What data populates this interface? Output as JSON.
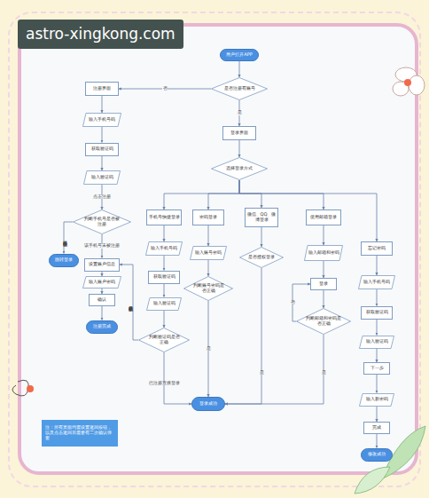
{
  "diagram": {
    "nodes": [
      {
        "text": [
          "用户打开APP"
        ]
      },
      {
        "text": [
          "是否注册有账号"
        ]
      },
      {
        "text": [
          "注册界面"
        ]
      },
      {
        "text": [
          "登录界面"
        ]
      },
      {
        "text": [
          "输入手机号码"
        ]
      },
      {
        "text": [
          "获取验证码"
        ]
      },
      {
        "text": [
          "输入验证码"
        ]
      },
      {
        "text": [
          "判断手机号是否被注册"
        ]
      },
      {
        "text": [
          "跳转登录"
        ]
      },
      {
        "text": [
          "设置账户信息"
        ]
      },
      {
        "text": [
          "输入账户密码"
        ]
      },
      {
        "text": [
          "确认"
        ]
      },
      {
        "text": [
          "注册完成"
        ]
      },
      {
        "text": [
          "选择登录方式"
        ]
      },
      {
        "text": [
          "手机号快捷登录"
        ]
      },
      {
        "text": [
          "密码登录"
        ]
      },
      {
        "text": [
          "微信、QQ、微博登录"
        ]
      },
      {
        "text": [
          "使用邮箱登录"
        ]
      },
      {
        "text": [
          "忘记密码"
        ]
      },
      {
        "text": [
          "输入手机号码"
        ]
      },
      {
        "text": [
          "获取验证码"
        ]
      },
      {
        "text": [
          "输入验证码"
        ]
      },
      {
        "text": [
          "判断验证码是否正确"
        ]
      },
      {
        "text": [
          "输入账号密码"
        ]
      },
      {
        "text": [
          "判断账号密码是否正确"
        ]
      },
      {
        "text": [
          "是否授权登录"
        ]
      },
      {
        "text": [
          "输入邮箱和密码"
        ]
      },
      {
        "text": [
          "登录"
        ]
      },
      {
        "text": [
          "判断邮箱和密码是否正确"
        ]
      },
      {
        "text": [
          "输入手机号码"
        ]
      },
      {
        "text": [
          "获取验证码"
        ]
      },
      {
        "text": [
          "输入验证码"
        ]
      },
      {
        "text": [
          "下一步"
        ]
      },
      {
        "text": [
          "输入新密码"
        ]
      },
      {
        "text": [
          "完成"
        ]
      },
      {
        "text": [
          "修改成功"
        ]
      },
      {
        "text": [
          "登录成功"
        ]
      },
      {
        "text": [
          "注：所有页面均需设置返回按钮，以及点击返回后需要有二次确认弹窗"
        ]
      }
    ],
    "edges": [
      {
        "from": 0,
        "to": 1,
        "arrow": "to"
      },
      {
        "from": 1,
        "to": 2,
        "label": "否",
        "arrow": "to"
      },
      {
        "from": 1,
        "to": 3,
        "label": "是",
        "arrow": "to"
      },
      {
        "from": 2,
        "to": 4,
        "arrow": "to"
      },
      {
        "from": 4,
        "to": 5,
        "arrow": "to"
      },
      {
        "from": 5,
        "to": 6,
        "arrow": "to"
      },
      {
        "from": 6,
        "to": 7,
        "label": "点击注册",
        "arrow": "to"
      },
      {
        "from": 7,
        "to": 8,
        "label": "该手机号已注册",
        "arrow": "to"
      },
      {
        "from": 7,
        "to": 9,
        "label": "该手机号未被注册",
        "arrow": "to"
      },
      {
        "from": 9,
        "to": 10,
        "arrow": "to"
      },
      {
        "from": 10,
        "to": 11,
        "arrow": "to"
      },
      {
        "from": 11,
        "to": 12,
        "arrow": "to"
      },
      {
        "from": 3,
        "to": 13,
        "arrow": "to"
      },
      {
        "from": 13,
        "to": 14,
        "arrow": "to"
      },
      {
        "from": 13,
        "to": 15,
        "arrow": "to"
      },
      {
        "from": 13,
        "to": 16,
        "arrow": "to"
      },
      {
        "from": 13,
        "to": 17,
        "arrow": "to"
      },
      {
        "from": 13,
        "to": 18,
        "arrow": "to"
      },
      {
        "from": 14,
        "to": 19,
        "arrow": "to"
      },
      {
        "from": 19,
        "to": 20,
        "arrow": "to"
      },
      {
        "from": 20,
        "to": 21,
        "arrow": "to"
      },
      {
        "from": 21,
        "to": 22,
        "arrow": "to"
      },
      {
        "from": 22,
        "to": 9,
        "label": "该手机号未被注册",
        "arrow": "to"
      },
      {
        "from": 22,
        "to": 36,
        "label": "已注册直接登录",
        "arrow": "to"
      },
      {
        "from": 15,
        "to": 23,
        "arrow": "to"
      },
      {
        "from": 23,
        "to": 24,
        "arrow": "to"
      },
      {
        "from": 24,
        "to": 36,
        "label": "是",
        "arrow": "to"
      },
      {
        "from": 16,
        "to": 25,
        "arrow": "to"
      },
      {
        "from": 25,
        "to": 36,
        "label": "是",
        "arrow": "to"
      },
      {
        "from": 17,
        "to": 26,
        "arrow": "to"
      },
      {
        "from": 26,
        "to": 27,
        "arrow": "to"
      },
      {
        "from": 27,
        "to": 28,
        "arrow": "to"
      },
      {
        "from": 28,
        "to": 36,
        "label": "是",
        "arrow": "to"
      },
      {
        "from": 28,
        "to": 27,
        "label": "否",
        "arrow": "to"
      },
      {
        "from": 18,
        "to": 29,
        "arrow": "to"
      },
      {
        "from": 29,
        "to": 30,
        "arrow": "to"
      },
      {
        "from": 30,
        "to": 31,
        "arrow": "to"
      },
      {
        "from": 31,
        "to": 32,
        "arrow": "to"
      },
      {
        "from": 32,
        "to": 33,
        "arrow": "to"
      },
      {
        "from": 33,
        "to": 34,
        "arrow": "to"
      },
      {
        "from": 34,
        "to": 35,
        "arrow": "to"
      }
    ],
    "labels": [
      "astro-xingkong.com"
    ]
  }
}
